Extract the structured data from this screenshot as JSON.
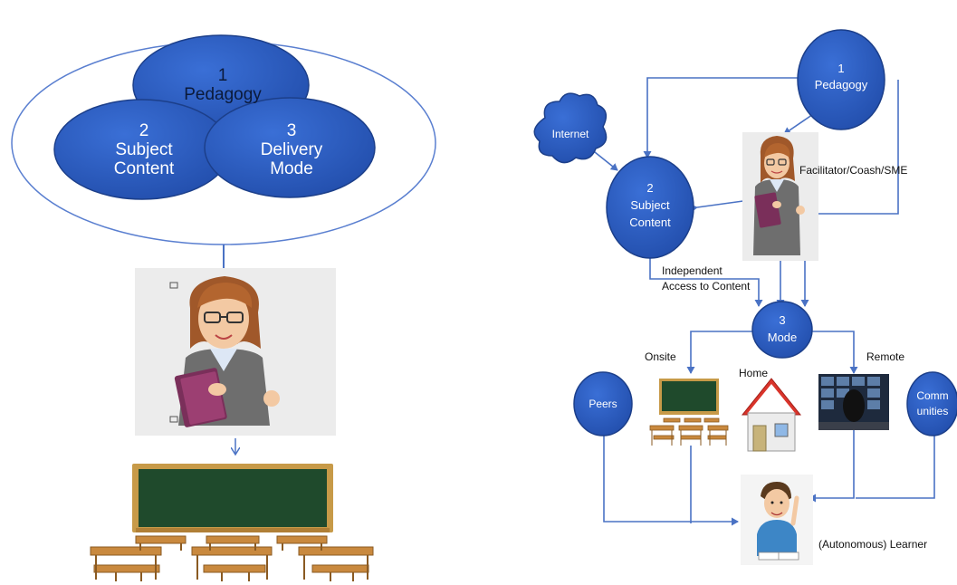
{
  "left": {
    "circles": {
      "pedagogy": {
        "num": "1",
        "label": "Pedagogy"
      },
      "subject": {
        "num": "2",
        "line1": "Subject",
        "line2": "Content"
      },
      "delivery": {
        "num": "3",
        "line1": "Delivery",
        "line2": "Mode"
      }
    }
  },
  "right": {
    "internet": "Internet",
    "pedagogy": {
      "num": "1",
      "label": "Pedagogy"
    },
    "subject": {
      "num": "2",
      "line1": "Subject",
      "line2": "Content"
    },
    "mode": {
      "num": "3",
      "label": "Mode"
    },
    "facilitator": "Facilitator/Coash/SME",
    "independent": {
      "line1": "Independent",
      "line2": "Access to Content"
    },
    "onsite": "Onsite",
    "home": "Home",
    "remote": "Remote",
    "peers": "Peers",
    "communities": {
      "line1": "Comm",
      "line2": "unities"
    },
    "learner": "(Autonomous) Learner"
  },
  "colors": {
    "node_fill": "#2d5fc4",
    "node_stroke": "#1c3f8a",
    "arrow": "#4a72c4",
    "ellipse_stroke": "#5a7fd0",
    "board": "#1f4a2c",
    "board_frame": "#c79a48",
    "desk": "#c9893e"
  }
}
